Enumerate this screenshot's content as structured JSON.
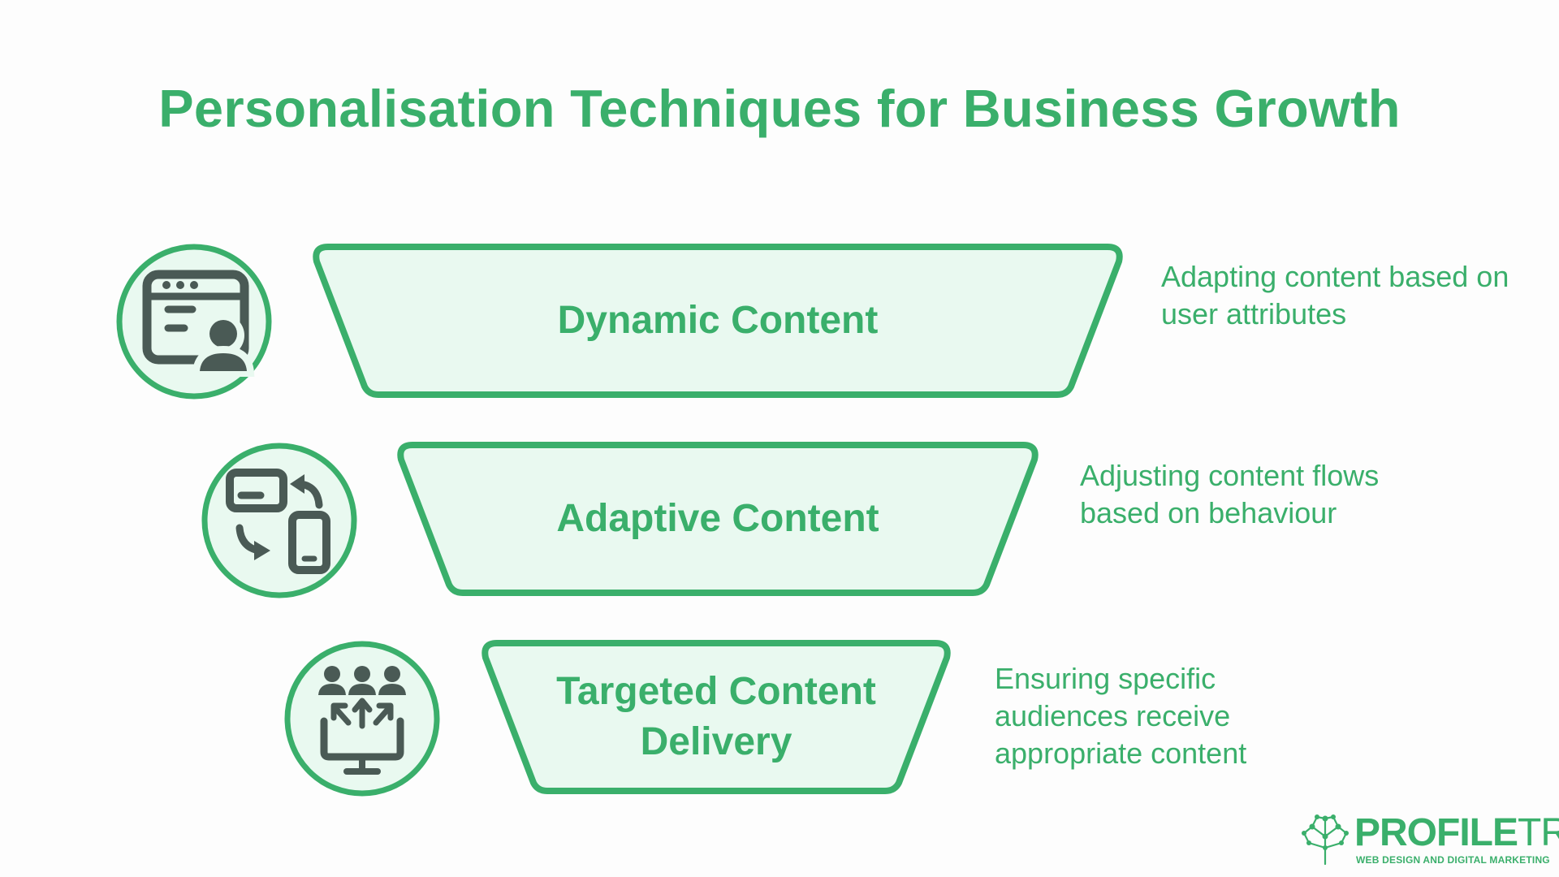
{
  "title": "Personalisation Techniques for Business Growth",
  "colors": {
    "accent": "#3aaf6b",
    "fill": "#e9f9f0",
    "icon": "#4a5a55"
  },
  "steps": [
    {
      "label": "Dynamic Content",
      "description": "Adapting content based on user attributes",
      "icon": "browser-user-icon"
    },
    {
      "label": "Adaptive Content",
      "description": "Adjusting content flows based on behaviour",
      "icon": "device-switch-icon"
    },
    {
      "label": "Targeted Content Delivery",
      "description": "Ensuring specific audiences receive appropriate content",
      "icon": "audience-screen-icon"
    }
  ],
  "logo": {
    "name_bold": "PROFILE",
    "name_thin": "TREE",
    "tagline": "WEB DESIGN AND DIGITAL MARKETING",
    "icon": "tree-network-icon"
  }
}
